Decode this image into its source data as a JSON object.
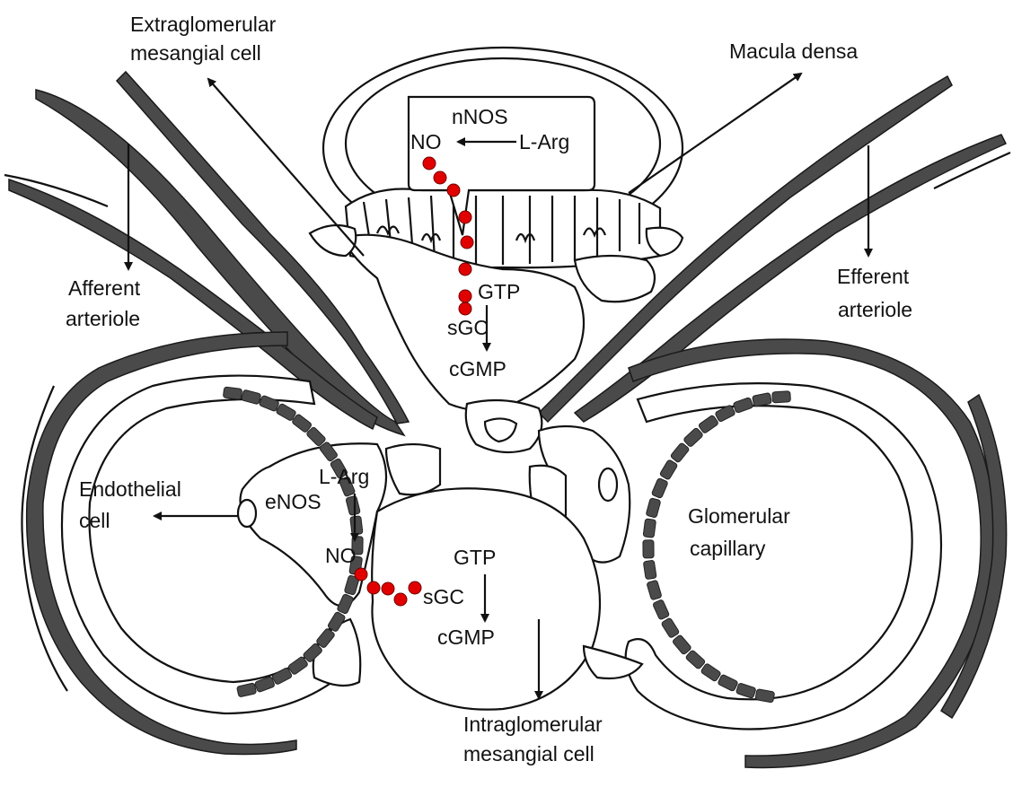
{
  "labels": {
    "extraglomerular_line1": "Extraglomerular",
    "extraglomerular_line2": "mesangial cell",
    "macula_densa": "Macula densa",
    "nnos": "nNOS",
    "no_top": "NO",
    "larg_top": "L-Arg",
    "gtp_top": "GTP",
    "sgc_top": "sGC",
    "cgmp_top": "cGMP",
    "afferent_line1": "Afferent",
    "afferent_line2": "arteriole",
    "efferent_line1": "Efferent",
    "efferent_line2": "arteriole",
    "larg_bottom": "L-Arg",
    "enos": "eNOS",
    "endothelial_line1": "Endothelial",
    "endothelial_line2": "cell",
    "no_bottom": "NO",
    "gtp_bottom": "GTP",
    "sgc_bottom": "sGC",
    "cgmp_bottom": "cGMP",
    "glomerular_line1": "Glomerular",
    "glomerular_line2": "capillary",
    "intraglomerular_line1": "Intraglomerular",
    "intraglomerular_line2": "mesangial cell"
  },
  "colors": {
    "vessel_wall": "#4a4a4a",
    "no_molecule": "#e00000",
    "outline": "#111111"
  }
}
